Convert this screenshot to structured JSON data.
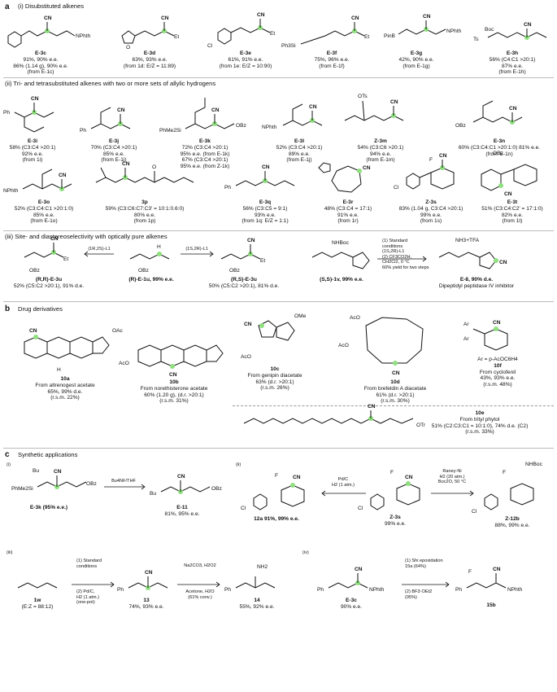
{
  "sections": {
    "a_label": "a",
    "a_i": "(i) Disubstituted alkenes",
    "a_ii": "(ii) Tri- and tetrasubstituted alkenes with two or more sets of allylic hydrogens",
    "a_iii": "(iii) Site- and diastereoselectivity with optically pure alkenes",
    "b_label": "b",
    "b_title": "Drug derivatives",
    "c_label": "c",
    "c_title": "Synthetic applications"
  },
  "row1": [
    {
      "id": "E-3c",
      "lines": [
        "91%, 90% e.e.",
        "86% (1.14 g), 90% e.e.",
        "(from E-1c)"
      ]
    },
    {
      "id": "E-3d",
      "lines": [
        "63%, 93% e.e.",
        "(from 1d: E/Z = 11:89)"
      ]
    },
    {
      "id": "E-3e",
      "lines": [
        "61%, 91% e.e.",
        "(from 1e: E/Z = 10:90)"
      ]
    },
    {
      "id": "E-3f",
      "lines": [
        "75%, 96% e.e.",
        "(from E-1f)"
      ]
    },
    {
      "id": "E-3g",
      "lines": [
        "42%, 90% e.e.",
        "(from E-1g)"
      ]
    },
    {
      "id": "E-3h",
      "lines": [
        "56% (C4:C1 >20:1)",
        "87% e.e.",
        "(from E-1h)"
      ]
    }
  ],
  "row2": [
    {
      "id": "E-3i",
      "lines": [
        "58% (C3:C4 >20:1)",
        "92% e.e.",
        "(from 1i)"
      ]
    },
    {
      "id": "E-3j",
      "lines": [
        "70% (C3:C4 >20:1)",
        "85% e.e.",
        "(from E-1j)"
      ]
    },
    {
      "id": "E-3k",
      "lines": [
        "72% (C3:C4 >20:1)",
        "95% e.e. (from E-1k)",
        "67% (C3:C4 >20:1)",
        "95% e.e. (from Z-1k)"
      ]
    },
    {
      "id": "E-3l",
      "lines": [
        "52% (C3:C4 >20:1)",
        "89% e.e.",
        "(from E-1j)"
      ]
    },
    {
      "id": "Z-3m",
      "lines": [
        "54% (C3:C6 >20:1)",
        "94% e.e.",
        "(from E-1m)"
      ]
    },
    {
      "id": "E-3n",
      "lines": [
        "60% (C3:C4:C1 >20:1:0) 81% e.e.",
        "(from E-1n)"
      ]
    }
  ],
  "row3": [
    {
      "id": "E-3o",
      "lines": [
        "52%  (C3:C4:C1 >20:1:0)",
        "85% e.e.",
        "(from E-1o)"
      ]
    },
    {
      "id": "3p",
      "lines": [
        "59% (C3:C6:C7:C3' = 10:1:0.6:0)",
        "80% e.e.",
        "(from 1p)"
      ]
    },
    {
      "id": "E-3q",
      "lines": [
        "56% (C3:C5 = 9:1)",
        "93% e.e.",
        "(from 1q: E/Z = 1:1)"
      ]
    },
    {
      "id": "E-3r",
      "lines": [
        "48% (C3:C4 = 17:1)",
        "91% e.e.",
        "(from 1r)"
      ]
    },
    {
      "id": "Z-3s",
      "lines": [
        "83% (1.04 g, C3:C4 >20:1)",
        "99% e.e.",
        "(from 1s)"
      ]
    },
    {
      "id": "E-3t",
      "lines": [
        "51% (C3:C4:C2' = 17:1:0)",
        "82% e.e.",
        "(from 1t)"
      ]
    }
  ],
  "row4": {
    "left": {
      "id": "(R,R)-E-3u",
      "lines": [
        "52% (C5:C2 >20:1), 91% d.e."
      ]
    },
    "arrow_left": "(1R,2S)-L1",
    "center": {
      "id": "(R)-E-1u, 99% e.e."
    },
    "arrow_right": "(1S,2R)-L1",
    "right": {
      "id": "(R,S)-E-3u",
      "lines": [
        "50% (C5:C2 >20:1), 81% d.e."
      ]
    },
    "sm": {
      "id": "(S,S)-1v, 99% e.e."
    },
    "conditions": [
      "(1) Standard",
      "conditions",
      "(1S,2R)-L1",
      "(2) CF3CO2H,",
      "CH2Cl2, 0 °C",
      "60% yield for two steps"
    ],
    "product": {
      "id": "E-8, 90% d.e.",
      "note": "Dipeptidyl peptidase IV inhibitor",
      "salt": "NH3+TFA"
    }
  },
  "drugs": [
    {
      "id": "10a",
      "lines": [
        "From altrenogest acetate",
        "65%, 99% d.e.",
        "(r.s.m. 22%)"
      ]
    },
    {
      "id": "10b",
      "lines": [
        "From norethisterone acetate",
        "60% (1.20 g), (d.r. >20:1)",
        "(r.s.m. 31%)"
      ]
    },
    {
      "id": "10c",
      "lines": [
        "From genipin diacetate",
        "63% (d.r. >20:1)",
        "(r.s.m. 26%)"
      ]
    },
    {
      "id": "10d",
      "lines": [
        "From brefeldin A diacetate",
        "61% (d.r. >20:1)",
        "(r.s.m. 30%)"
      ]
    },
    {
      "id": "10f",
      "lines": [
        "Ar = p-AcOC6H4",
        "From cyclofenil",
        "43%, 93% e.e.",
        "(r.s.m. 48%)"
      ]
    },
    {
      "id": "10e",
      "lines": [
        "From trityl phytol",
        "51% (C2:C3:C1 = 10:1:0), 74% d.e. (C2)",
        "(r.s.m. 33%)"
      ]
    }
  ],
  "apps": {
    "i": {
      "sm": "E-3k (95% e.e.)",
      "reagent": "Bu4NF/THF",
      "product": "E-11",
      "result": "81%, 95% e.e."
    },
    "ii": {
      "sm": "Z-3s",
      "sm_result": "99% e.e.",
      "left_reagent": [
        "Pd/C",
        "H2 (1 atm.)"
      ],
      "left_product": "12a 91%, 99% e.e.",
      "right_reagent": [
        "Raney-Ni",
        "H2 (20 atm.)",
        "Boc2O, 50 °C"
      ],
      "right_product": "Z-12b",
      "right_result": "88%, 99% e.e."
    },
    "iii": {
      "sm": "1w",
      "sm_result": "(E:Z = 88:12)",
      "reagent": [
        "(1) Standard",
        "conditions",
        "(2) Pd/C,",
        "H2 (1 atm.)",
        "(one-pot)"
      ],
      "p1": "13",
      "p1_result": "74%, 93% e.e.",
      "reagent2": [
        "Na2CO3, H2O2",
        "Acetone, H2O",
        "(61% conv.)"
      ],
      "p2": "14",
      "p2_result": "55%, 92% e.e."
    },
    "iv": {
      "sm": "E-3c",
      "sm_result": "90% e.e.",
      "reagent": [
        "(1) Shi epoxidation",
        "15a (64%)",
        "(2) BF3·OEt2",
        "(95%)"
      ],
      "product": "15b"
    }
  },
  "atoms": {
    "cn": "CN",
    "et": "Et",
    "nphth": "NPhth",
    "obz": "OBz",
    "otr": "OTr",
    "ome": "OMe",
    "oac": "OAc",
    "aco": "AcO",
    "nh2": "NH2",
    "nhboc": "NHBoc",
    "f": "F",
    "cl": "Cl",
    "h": "H",
    "ph": "Ph",
    "bu": "Bu",
    "ots": "OTs",
    "boc": "Boc",
    "ts": "Ts",
    "ar": "Ar",
    "pinb": "PinB",
    "ph3si": "Ph3Si",
    "phme2si": "PhMe2Si",
    "o": "O"
  }
}
